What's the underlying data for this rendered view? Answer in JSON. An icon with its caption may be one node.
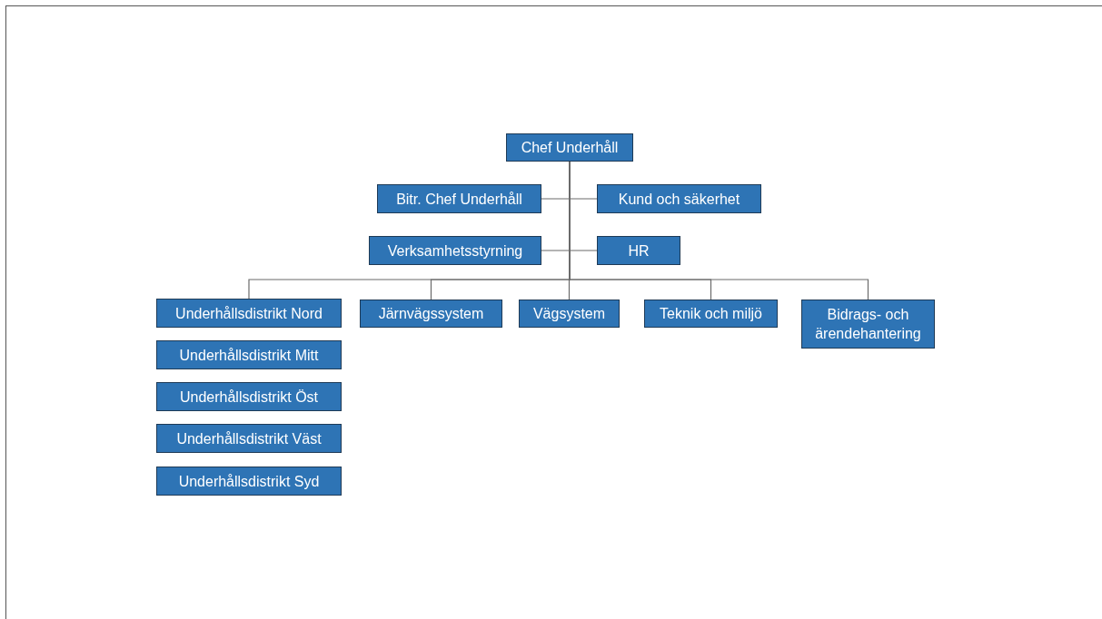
{
  "diagram": {
    "nodes": [
      {
        "text": [
          "Chef Underhåll"
        ]
      },
      {
        "text": [
          "Bitr. Chef Underhåll"
        ]
      },
      {
        "text": [
          "Kund och säkerhet"
        ]
      },
      {
        "text": [
          "Verksamhetsstyrning"
        ]
      },
      {
        "text": [
          "HR"
        ]
      },
      {
        "text": [
          "Underhållsdistrikt Nord"
        ]
      },
      {
        "text": [
          "Järnvägssystem"
        ]
      },
      {
        "text": [
          "Vägsystem"
        ]
      },
      {
        "text": [
          "Teknik och miljö"
        ]
      },
      {
        "text": [
          "Bidrags- och ärendehantering"
        ]
      },
      {
        "text": [
          "Underhållsdistrikt Mitt"
        ]
      },
      {
        "text": [
          "Underhållsdistrikt Öst"
        ]
      },
      {
        "text": [
          "Underhållsdistrikt Väst"
        ]
      },
      {
        "text": [
          "Underhållsdistrikt Syd"
        ]
      }
    ],
    "edges": [
      {
        "from": 0,
        "to": 1,
        "arrow": "none"
      },
      {
        "from": 0,
        "to": 2,
        "arrow": "none"
      },
      {
        "from": 0,
        "to": 3,
        "arrow": "none"
      },
      {
        "from": 0,
        "to": 4,
        "arrow": "none"
      },
      {
        "from": 0,
        "to": 5,
        "arrow": "none"
      },
      {
        "from": 0,
        "to": 6,
        "arrow": "none"
      },
      {
        "from": 0,
        "to": 7,
        "arrow": "none"
      },
      {
        "from": 0,
        "to": 8,
        "arrow": "none"
      },
      {
        "from": 0,
        "to": 9,
        "arrow": "none"
      }
    ]
  }
}
